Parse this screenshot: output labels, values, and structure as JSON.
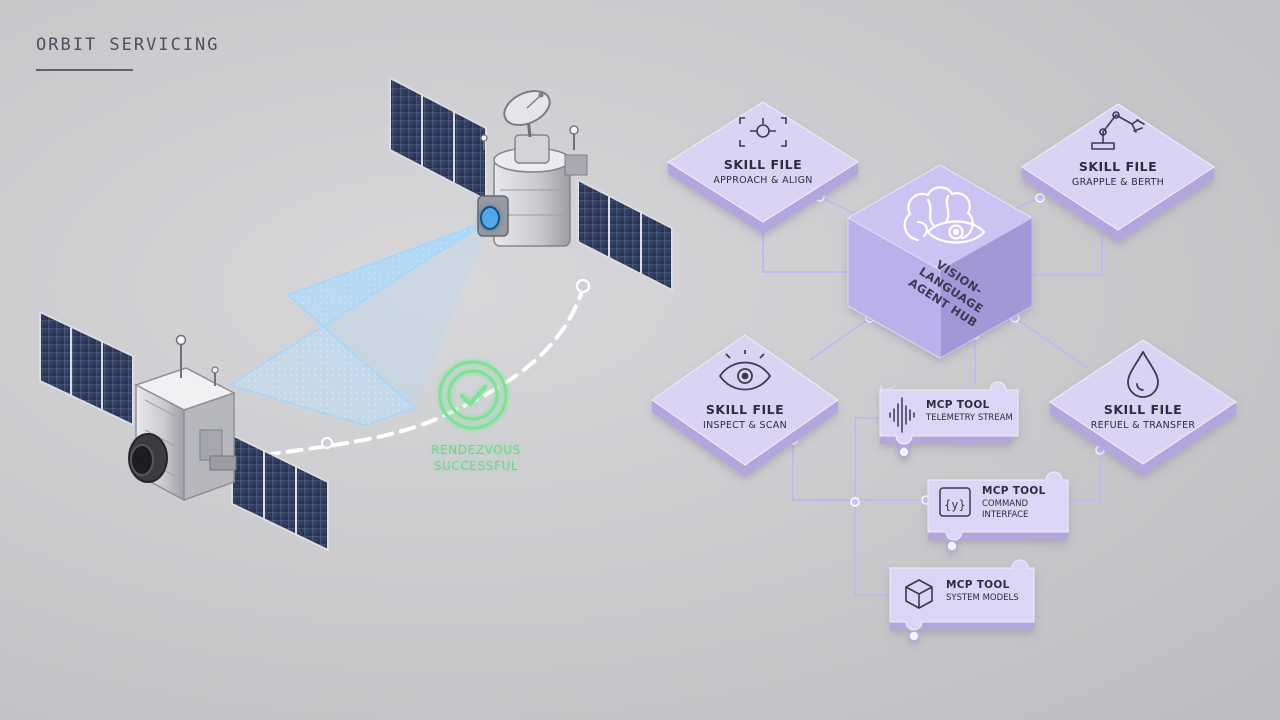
{
  "header": {
    "title": "ORBIT SERVICING"
  },
  "status": {
    "line1": "RENDEZVOUS",
    "line2": "SUCCESSFUL"
  },
  "hub": {
    "line1": "VISION-LANGUAGE",
    "line2": "AGENT HUB"
  },
  "skills": [
    {
      "title": "SKILL FILE",
      "subtitle": "APPROACH & ALIGN",
      "icon": "target-scan-icon"
    },
    {
      "title": "SKILL FILE",
      "subtitle": "GRAPPLE & BERTH",
      "icon": "robotic-arm-icon"
    },
    {
      "title": "SKILL FILE",
      "subtitle": "INSPECT & SCAN",
      "icon": "eye-icon"
    },
    {
      "title": "SKILL FILE",
      "subtitle": "REFUEL & TRANSFER",
      "icon": "fuel-drop-icon"
    }
  ],
  "tools": [
    {
      "title": "MCP TOOL",
      "line1": "TELEMETRY STREAM",
      "line2": "",
      "icon": "waveform-icon"
    },
    {
      "title": "MCP TOOL",
      "line1": "COMMAND",
      "line2": "INTERFACE",
      "icon": "code-brackets-icon"
    },
    {
      "title": "MCP TOOL",
      "line1": "SYSTEM MODELS",
      "line2": "",
      "icon": "cube-icon"
    }
  ],
  "colors": {
    "node_fill": "#d9d2f3",
    "node_side": "#b2a6dc",
    "hub_top": "#c8bdf0",
    "connector": "#c4b9ec",
    "success": "#6fd48a",
    "scan_beam": "#8ec8f0"
  }
}
